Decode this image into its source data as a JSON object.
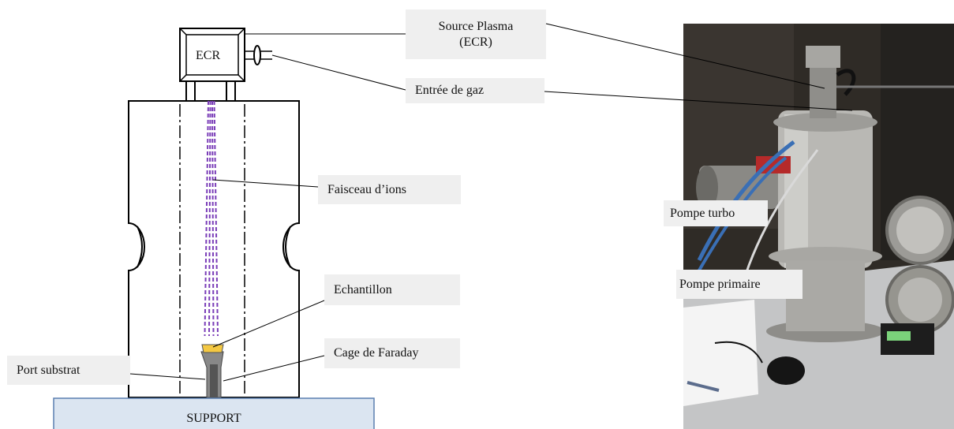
{
  "diagram": {
    "ecr_text": "ECR",
    "support_text": "SUPPORT"
  },
  "labels": {
    "source_plasma": "Source Plasma\n(ECR)",
    "entree_gaz": "Entrée de gaz",
    "faisceau": "Faisceau d’ions",
    "echantillon": "Echantillon",
    "cage_faraday": "Cage de Faraday",
    "port_substrat": "Port substrat",
    "pompe_turbo": "Pompe turbo",
    "pompe_primaire": "Pompe primaire"
  },
  "colors": {
    "beam": "#7a3db8",
    "support_fill": "#dbe5f1",
    "support_stroke": "#5b7fb0",
    "sample": "#f4c842",
    "holder": "#7f7f7f",
    "label_bg": "#efefef"
  }
}
